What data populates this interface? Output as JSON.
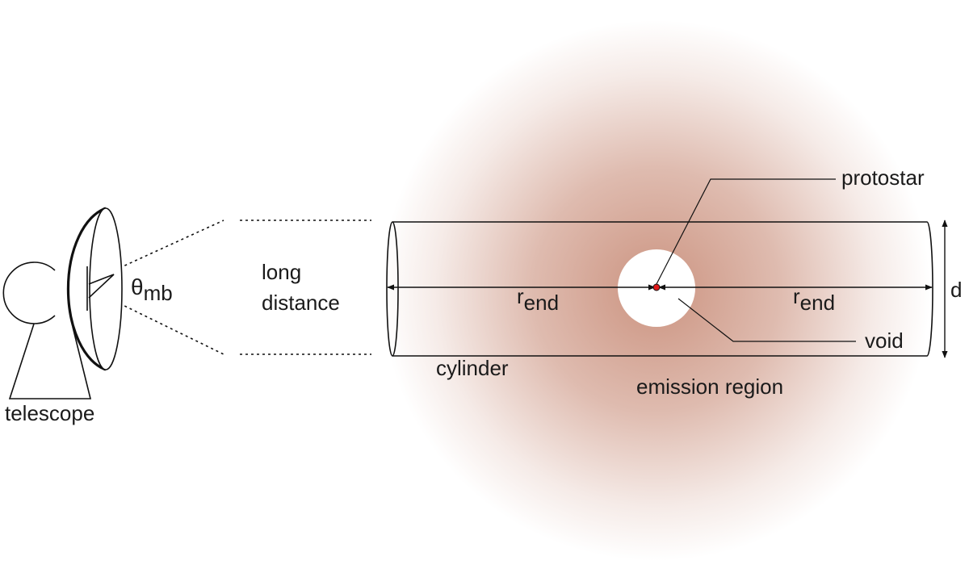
{
  "labels": {
    "theta_symbol": "θ",
    "theta_subscript": "mb",
    "long_distance_line1": "long",
    "long_distance_line2": "distance",
    "r_symbol": "r",
    "r_subscript": "end",
    "protostar": "protostar",
    "void": "void",
    "cylinder": "cylinder",
    "emission_region": "emission region",
    "telescope": "telescope",
    "d": "d"
  },
  "colors": {
    "emission_core": "#c98e7a",
    "line": "#111111",
    "protostar": "#e01919"
  }
}
